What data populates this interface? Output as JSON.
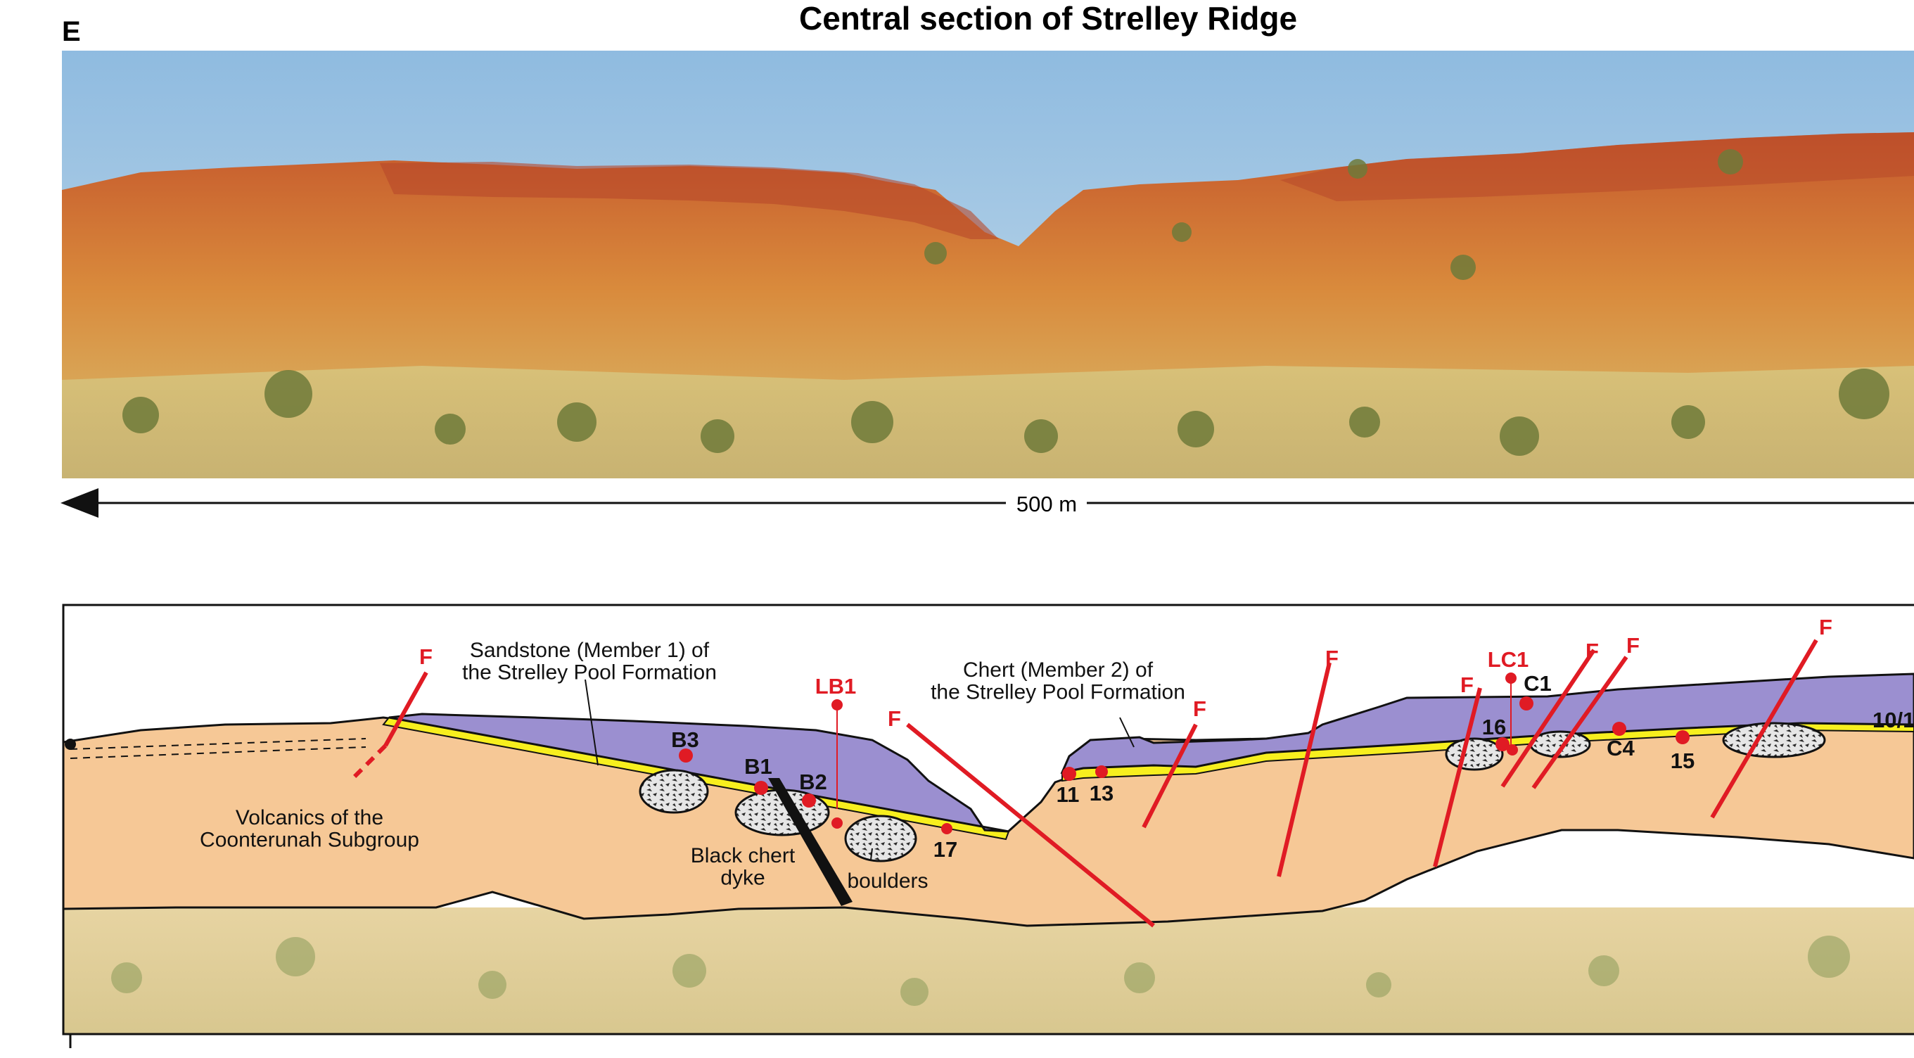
{
  "panel_label": "E",
  "title": "Central section of Strelley Ridge",
  "scale_label": "500 m",
  "units": {
    "sandstone": "Sandstone (Member 1) of\nthe Strelley Pool Formation",
    "chert": "Chert  (Member 2) of\nthe Strelley Pool Formation",
    "volcanics": "Volcanics of the\nCoonterunah Subgroup",
    "dyke": "Black chert\ndyke",
    "boulders": "boulders"
  },
  "fault_label": "F",
  "samples_red": [
    "LB1",
    "LC1"
  ],
  "samples_black": [
    "B3",
    "B1",
    "B2",
    "17",
    "11",
    "13",
    "16",
    "C1",
    "C4",
    "15",
    "10/1"
  ],
  "colors": {
    "sky": "#9ec3df",
    "volcanics": "#f6c896",
    "chert": "#9b8fd0",
    "sandstone": "#f7ef1e",
    "fault": "#e01b24",
    "sample": "#e01b24"
  }
}
